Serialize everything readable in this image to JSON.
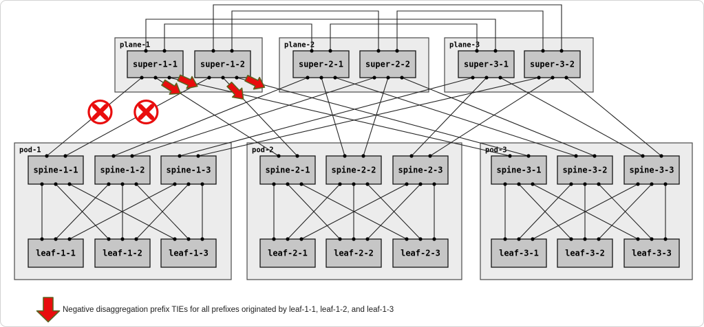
{
  "diagram": {
    "planes": [
      {
        "id": "plane-1",
        "label": "plane-1",
        "supers": [
          {
            "id": "super-1-1",
            "label": "super-1-1"
          },
          {
            "id": "super-1-2",
            "label": "super-1-2"
          }
        ]
      },
      {
        "id": "plane-2",
        "label": "plane-2",
        "supers": [
          {
            "id": "super-2-1",
            "label": "super-2-1"
          },
          {
            "id": "super-2-2",
            "label": "super-2-2"
          }
        ]
      },
      {
        "id": "plane-3",
        "label": "plane-3",
        "supers": [
          {
            "id": "super-3-1",
            "label": "super-3-1"
          },
          {
            "id": "super-3-2",
            "label": "super-3-2"
          }
        ]
      }
    ],
    "pods": [
      {
        "id": "pod-1",
        "label": "pod-1",
        "spines": [
          {
            "id": "spine-1-1",
            "label": "spine-1-1"
          },
          {
            "id": "spine-1-2",
            "label": "spine-1-2"
          },
          {
            "id": "spine-1-3",
            "label": "spine-1-3"
          }
        ],
        "leaves": [
          {
            "id": "leaf-1-1",
            "label": "leaf-1-1"
          },
          {
            "id": "leaf-1-2",
            "label": "leaf-1-2"
          },
          {
            "id": "leaf-1-3",
            "label": "leaf-1-3"
          }
        ]
      },
      {
        "id": "pod-2",
        "label": "pod-2",
        "spines": [
          {
            "id": "spine-2-1",
            "label": "spine-2-1"
          },
          {
            "id": "spine-2-2",
            "label": "spine-2-2"
          },
          {
            "id": "spine-2-3",
            "label": "spine-2-3"
          }
        ],
        "leaves": [
          {
            "id": "leaf-2-1",
            "label": "leaf-2-1"
          },
          {
            "id": "leaf-2-2",
            "label": "leaf-2-2"
          },
          {
            "id": "leaf-2-3",
            "label": "leaf-2-3"
          }
        ]
      },
      {
        "id": "pod-3",
        "label": "pod-3",
        "spines": [
          {
            "id": "spine-3-1",
            "label": "spine-3-1"
          },
          {
            "id": "spine-3-2",
            "label": "spine-3-2"
          },
          {
            "id": "spine-3-3",
            "label": "spine-3-3"
          }
        ],
        "leaves": [
          {
            "id": "leaf-3-1",
            "label": "leaf-3-1"
          },
          {
            "id": "leaf-3-2",
            "label": "leaf-3-2"
          },
          {
            "id": "leaf-3-3",
            "label": "leaf-3-3"
          }
        ]
      }
    ],
    "rings": [
      {
        "level": "1",
        "members": [
          "super-1-1",
          "super-2-1",
          "super-3-1"
        ]
      },
      {
        "level": "2",
        "members": [
          "super-1-2",
          "super-2-2",
          "super-3-2"
        ]
      }
    ],
    "super_to_spine_links": [
      [
        "super-1-1",
        "spine-1-1"
      ],
      [
        "super-1-1",
        "spine-2-1"
      ],
      [
        "super-1-1",
        "spine-3-1"
      ],
      [
        "super-1-2",
        "spine-1-1"
      ],
      [
        "super-1-2",
        "spine-2-1"
      ],
      [
        "super-1-2",
        "spine-3-1"
      ],
      [
        "super-2-1",
        "spine-1-2"
      ],
      [
        "super-2-1",
        "spine-2-2"
      ],
      [
        "super-2-1",
        "spine-3-2"
      ],
      [
        "super-2-2",
        "spine-1-2"
      ],
      [
        "super-2-2",
        "spine-2-2"
      ],
      [
        "super-2-2",
        "spine-3-2"
      ],
      [
        "super-3-1",
        "spine-1-3"
      ],
      [
        "super-3-1",
        "spine-2-3"
      ],
      [
        "super-3-1",
        "spine-3-3"
      ],
      [
        "super-3-2",
        "spine-1-3"
      ],
      [
        "super-3-2",
        "spine-2-3"
      ],
      [
        "super-3-2",
        "spine-3-3"
      ]
    ],
    "spine_to_leaf_links": [
      [
        "spine-1-1",
        "leaf-1-1"
      ],
      [
        "spine-1-1",
        "leaf-1-2"
      ],
      [
        "spine-1-1",
        "leaf-1-3"
      ],
      [
        "spine-1-2",
        "leaf-1-1"
      ],
      [
        "spine-1-2",
        "leaf-1-2"
      ],
      [
        "spine-1-2",
        "leaf-1-3"
      ],
      [
        "spine-1-3",
        "leaf-1-1"
      ],
      [
        "spine-1-3",
        "leaf-1-2"
      ],
      [
        "spine-1-3",
        "leaf-1-3"
      ],
      [
        "spine-2-1",
        "leaf-2-1"
      ],
      [
        "spine-2-1",
        "leaf-2-2"
      ],
      [
        "spine-2-1",
        "leaf-2-3"
      ],
      [
        "spine-2-2",
        "leaf-2-1"
      ],
      [
        "spine-2-2",
        "leaf-2-2"
      ],
      [
        "spine-2-2",
        "leaf-2-3"
      ],
      [
        "spine-2-3",
        "leaf-2-1"
      ],
      [
        "spine-2-3",
        "leaf-2-2"
      ],
      [
        "spine-2-3",
        "leaf-2-3"
      ],
      [
        "spine-3-1",
        "leaf-3-1"
      ],
      [
        "spine-3-1",
        "leaf-3-2"
      ],
      [
        "spine-3-1",
        "leaf-3-3"
      ],
      [
        "spine-3-2",
        "leaf-3-1"
      ],
      [
        "spine-3-2",
        "leaf-3-2"
      ],
      [
        "spine-3-2",
        "leaf-3-3"
      ],
      [
        "spine-3-3",
        "leaf-3-1"
      ],
      [
        "spine-3-3",
        "leaf-3-2"
      ],
      [
        "spine-3-3",
        "leaf-3-3"
      ]
    ],
    "failed_links": [
      [
        "super-1-1",
        "spine-1-1"
      ],
      [
        "super-1-2",
        "spine-1-1"
      ]
    ],
    "negative_tie_links": [
      [
        "super-1-1",
        "spine-2-1"
      ],
      [
        "super-1-1",
        "spine-3-1"
      ],
      [
        "super-1-2",
        "spine-2-1"
      ],
      [
        "super-1-2",
        "spine-3-1"
      ]
    ]
  },
  "legend": {
    "icon": "red-down-arrow",
    "text": "Negative disaggregation prefix TIEs for all prefixes originated by leaf-1-1, leaf-1-2, and leaf-1-3"
  },
  "colors": {
    "container_fill": "#ececec",
    "container_stroke": "#4a4a4a",
    "node_fill": "#c6c6c6",
    "node_stroke": "#141414",
    "link": "#232323",
    "dot": "#000000",
    "failure_red": "#e90d0d",
    "arrow_outline_olive": "#5c6320",
    "legend_text": "#1c1c1c"
  }
}
